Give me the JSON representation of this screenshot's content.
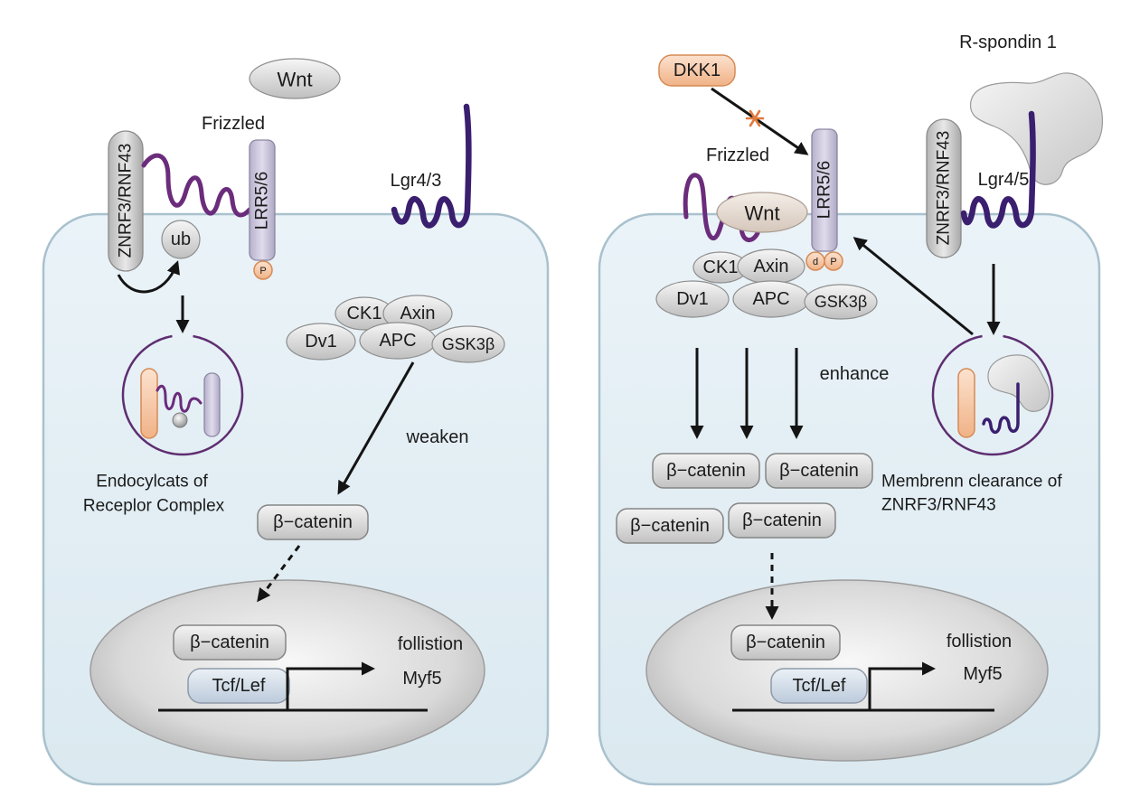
{
  "left_panel": {
    "ligand": "Wnt",
    "frizzled_label": "Frizzled",
    "e3_ligase": "ZNRF3/RNF43",
    "coreceptor": "LRR5/6",
    "ubiquitin": "ub",
    "phospho": "P",
    "lgr_label": "Lgr4/3",
    "destruction_complex": {
      "ck1": "CK1",
      "axin": "Axin",
      "dvl": "Dv1",
      "apc": "APC",
      "gsk3b": "GSK3β"
    },
    "effect_label": "weaken",
    "endocytosis_caption": [
      "Endocylcats of",
      "Receplor Complex"
    ],
    "cytoplasm_beta_catenin": [
      "β−catenin"
    ],
    "nucleus": {
      "beta_catenin": "β−catenin",
      "tcf_lef": "Tcf/Lef",
      "target_genes": [
        "follistion",
        "Myf5"
      ]
    }
  },
  "right_panel": {
    "rspondin_label": "R-spondin 1",
    "inhibitor": "DKK1",
    "frizzled_label": "Frizzled",
    "ligand": "Wnt",
    "coreceptor": "LRR5/6",
    "phospho": [
      "d",
      "P"
    ],
    "e3_ligase": "ZNRF3/RNF43",
    "lgr_label": "Lgr4/5",
    "destruction_complex": {
      "ck1": "CK1",
      "axin": "Axin",
      "dvl": "Dv1",
      "apc": "APC",
      "gsk3b": "GSK3β"
    },
    "effect_label": "enhance",
    "clearance_caption": [
      "Membrenn clearance of",
      "ZNRF3/RNF43"
    ],
    "cytoplasm_beta_catenin": [
      "β−catenin",
      "β−catenin",
      "β−catenin",
      "β−catenin"
    ],
    "nucleus": {
      "beta_catenin": "β−catenin",
      "tcf_lef": "Tcf/Lef",
      "target_genes": [
        "follistion",
        "Myf5"
      ]
    }
  },
  "colors": {
    "frizzled": "#6b2c7c",
    "lgr": "#3b1f6f",
    "vesicle": "#5e2e70",
    "cell_stroke": "#a9c1cd",
    "orange_stroke": "#d68a55",
    "inhibit_mark": "#e07a3e",
    "ink": "#141414"
  }
}
